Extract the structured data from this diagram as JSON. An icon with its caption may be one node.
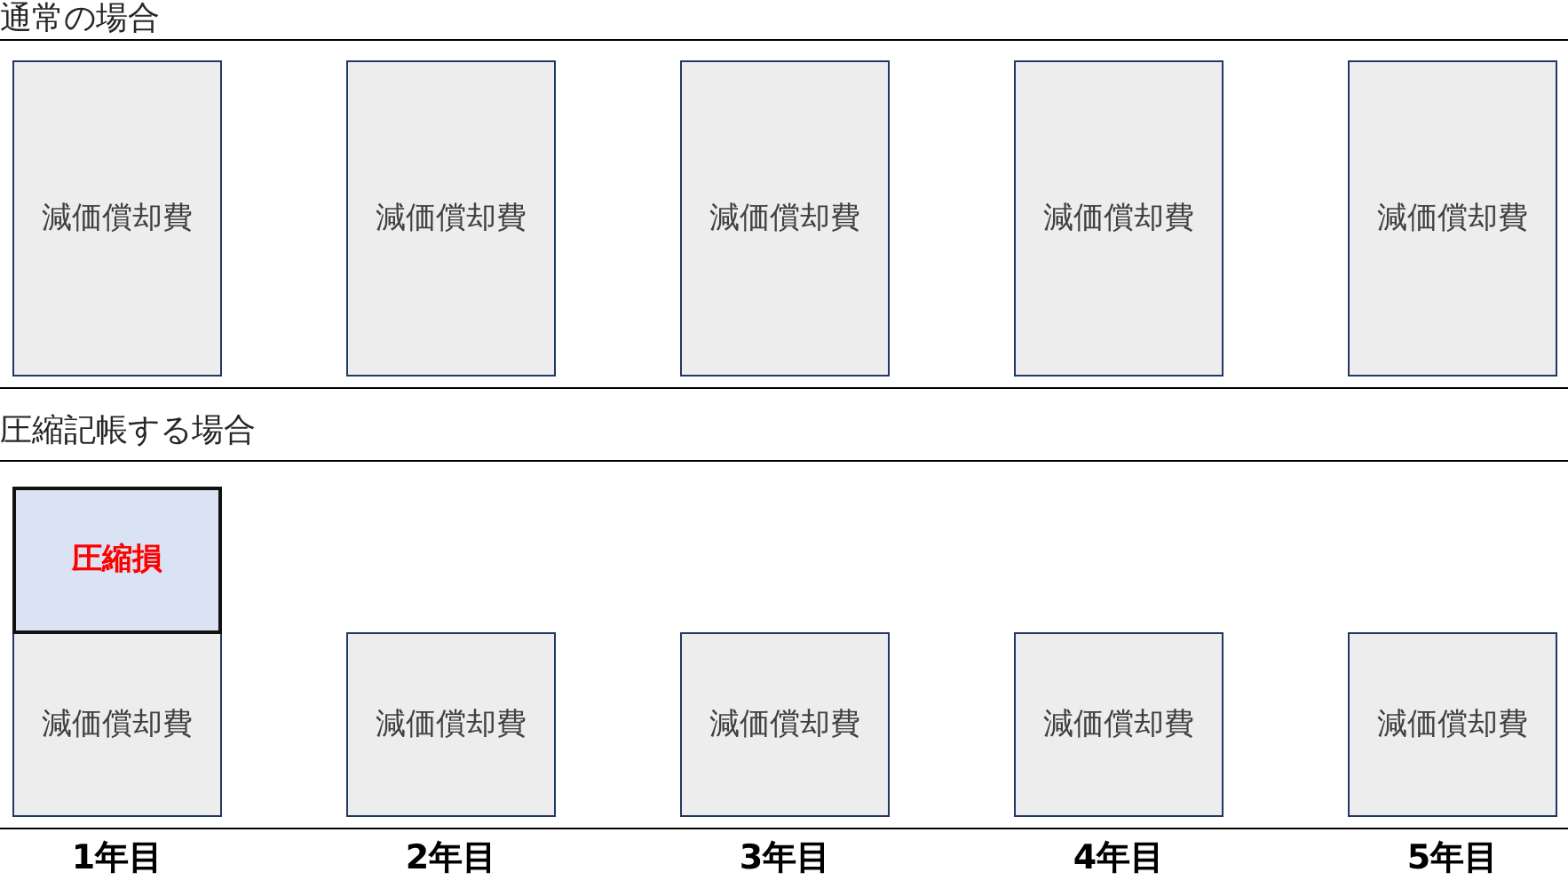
{
  "diagram": {
    "nodes": [
      {
        "text": [
          "減価償却費"
        ]
      },
      {
        "text": [
          "減価償却費"
        ]
      },
      {
        "text": [
          "減価償却費"
        ]
      },
      {
        "text": [
          "減価償却費"
        ]
      },
      {
        "text": [
          "減価償却費"
        ]
      },
      {
        "text": [
          "圧縮損"
        ]
      },
      {
        "text": [
          "減価償却費"
        ]
      },
      {
        "text": [
          "減価償却費"
        ]
      },
      {
        "text": [
          "減価償却費"
        ]
      },
      {
        "text": [
          "減価償却費"
        ]
      },
      {
        "text": [
          "減価償却費"
        ]
      }
    ],
    "labels": [
      "通常の場合",
      "圧縮記帳する場合",
      "1年目",
      "2年目",
      "3年目",
      "4年目",
      "5年目"
    ]
  }
}
